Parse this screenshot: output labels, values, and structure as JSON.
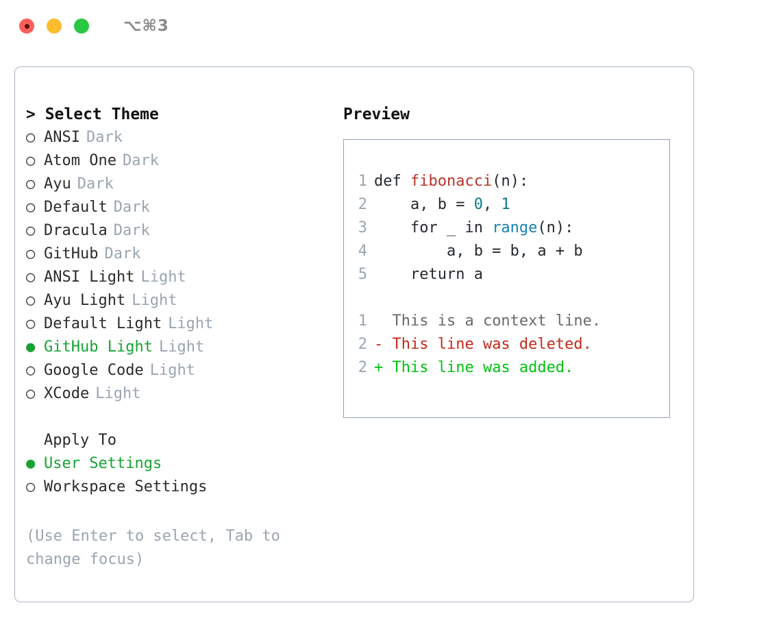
{
  "window": {
    "shortcut": "⌥⌘3",
    "traffic_lights": [
      {
        "name": "close",
        "color": "#fb5f57"
      },
      {
        "name": "minimize",
        "color": "#fdbc2e"
      },
      {
        "name": "maximize",
        "color": "#28c840"
      }
    ]
  },
  "colors": {
    "accent_green": "#17a334",
    "muted": "#9aa5b1",
    "border": "#a9b4c2",
    "preview_border": "#95a2b3",
    "diff_add": "#00c210",
    "diff_del": "#c52a1a",
    "token_function": "#b9332a",
    "token_number": "#0a7b83",
    "token_builtin": "#1781b5"
  },
  "theme_section": {
    "title": "> Select Theme",
    "bullet_off": "○",
    "bullet_on": "●",
    "items": [
      {
        "label": "ANSI",
        "tag": "Dark",
        "selected": false
      },
      {
        "label": "Atom One",
        "tag": "Dark",
        "selected": false
      },
      {
        "label": "Ayu",
        "tag": "Dark",
        "selected": false
      },
      {
        "label": "Default",
        "tag": "Dark",
        "selected": false
      },
      {
        "label": "Dracula",
        "tag": "Dark",
        "selected": false
      },
      {
        "label": "GitHub",
        "tag": "Dark",
        "selected": false
      },
      {
        "label": "ANSI Light",
        "tag": "Light",
        "selected": false
      },
      {
        "label": "Ayu Light",
        "tag": "Light",
        "selected": false
      },
      {
        "label": "Default Light",
        "tag": "Light",
        "selected": false
      },
      {
        "label": "GitHub Light",
        "tag": "Light",
        "selected": true
      },
      {
        "label": "Google Code",
        "tag": "Light",
        "selected": false
      },
      {
        "label": "XCode",
        "tag": "Light",
        "selected": false
      }
    ]
  },
  "apply_section": {
    "heading": "Apply To",
    "items": [
      {
        "label": "User Settings",
        "selected": true
      },
      {
        "label": "Workspace Settings",
        "selected": false
      }
    ]
  },
  "hint": "(Use Enter to select, Tab to change focus)",
  "preview": {
    "title": "Preview",
    "code_lines": [
      {
        "num": "1",
        "segments": [
          {
            "t": "def ",
            "k": "plain"
          },
          {
            "t": "fibonacci",
            "k": "fn"
          },
          {
            "t": "(n):",
            "k": "plain"
          }
        ]
      },
      {
        "num": "2",
        "segments": [
          {
            "t": "    a, b = ",
            "k": "plain"
          },
          {
            "t": "0",
            "k": "num"
          },
          {
            "t": ", ",
            "k": "plain"
          },
          {
            "t": "1",
            "k": "num"
          }
        ]
      },
      {
        "num": "3",
        "segments": [
          {
            "t": "    for _ in ",
            "k": "plain"
          },
          {
            "t": "range",
            "k": "blue"
          },
          {
            "t": "(n):",
            "k": "plain"
          }
        ]
      },
      {
        "num": "4",
        "segments": [
          {
            "t": "        a, b = b, a + b",
            "k": "plain"
          }
        ]
      },
      {
        "num": "5",
        "segments": [
          {
            "t": "    return a",
            "k": "plain"
          }
        ]
      }
    ],
    "diff_lines": [
      {
        "num": "1",
        "marker": " ",
        "text": " This is a context line.",
        "kind": "ctx"
      },
      {
        "num": "2",
        "marker": "-",
        "text": " This line was deleted.",
        "kind": "del"
      },
      {
        "num": "2",
        "marker": "+",
        "text": " This line was added.",
        "kind": "add"
      }
    ]
  }
}
